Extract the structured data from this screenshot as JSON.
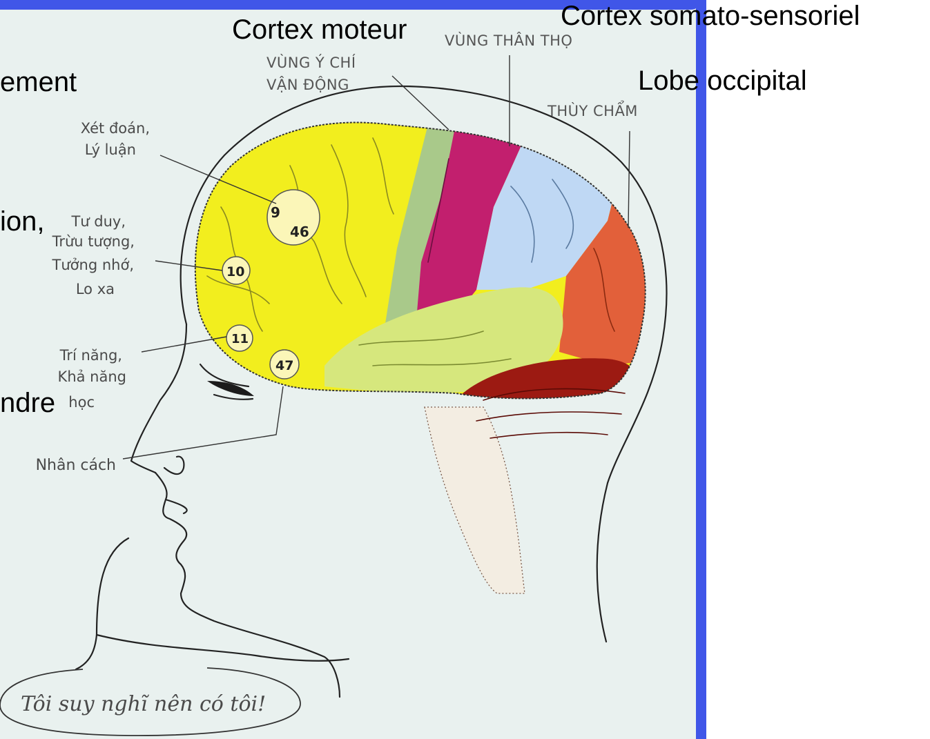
{
  "slide_labels": {
    "cortex_moteur": "Cortex moteur",
    "cortex_somato": "Cortex somato-sensoriel",
    "lobe_occipital": "Lobe occipital",
    "ement_fragment": "ement",
    "ion_fragment": "ion,",
    "ndre_fragment": "ndre"
  },
  "image_labels": {
    "vung_than_tho": "VÙNG THÂN THỌ",
    "vung_y_chi_line1": "VÙNG Ý CHÍ",
    "vung_y_chi_line2": "VẬN ĐỘNG",
    "thuy_cham": "THÙY CHẨM",
    "xet_doan_line1": "Xét đoán,",
    "xet_doan_line2": "Lý luận",
    "tu_duy_line1": "Tư duy,",
    "tu_duy_line2": "Trừu tượng,",
    "tu_duy_line3": "Tưởng nhớ,",
    "tu_duy_line4": "Lo xa",
    "tri_nang_line1": "Trí năng,",
    "tri_nang_line2": "Khả năng",
    "tri_nang_line3": "học",
    "nhan_cach": "Nhân cách",
    "speech_bubble": "Tôi suy nghĩ nên có tôi!"
  },
  "brodmann_areas": {
    "a9": "9",
    "a46": "46",
    "a10": "10",
    "a11": "11",
    "a47": "47"
  },
  "colors": {
    "background": "#e9f1ef",
    "accent_bar": "#4056e8",
    "frontal": "#f2ee1e",
    "premotor": "#a9c98a",
    "motor": "#c21f6e",
    "parietal": "#bfd8f4",
    "occipital": "#e2603a",
    "temporal": "#d6e77d",
    "cerebellum": "#9c1a12"
  }
}
